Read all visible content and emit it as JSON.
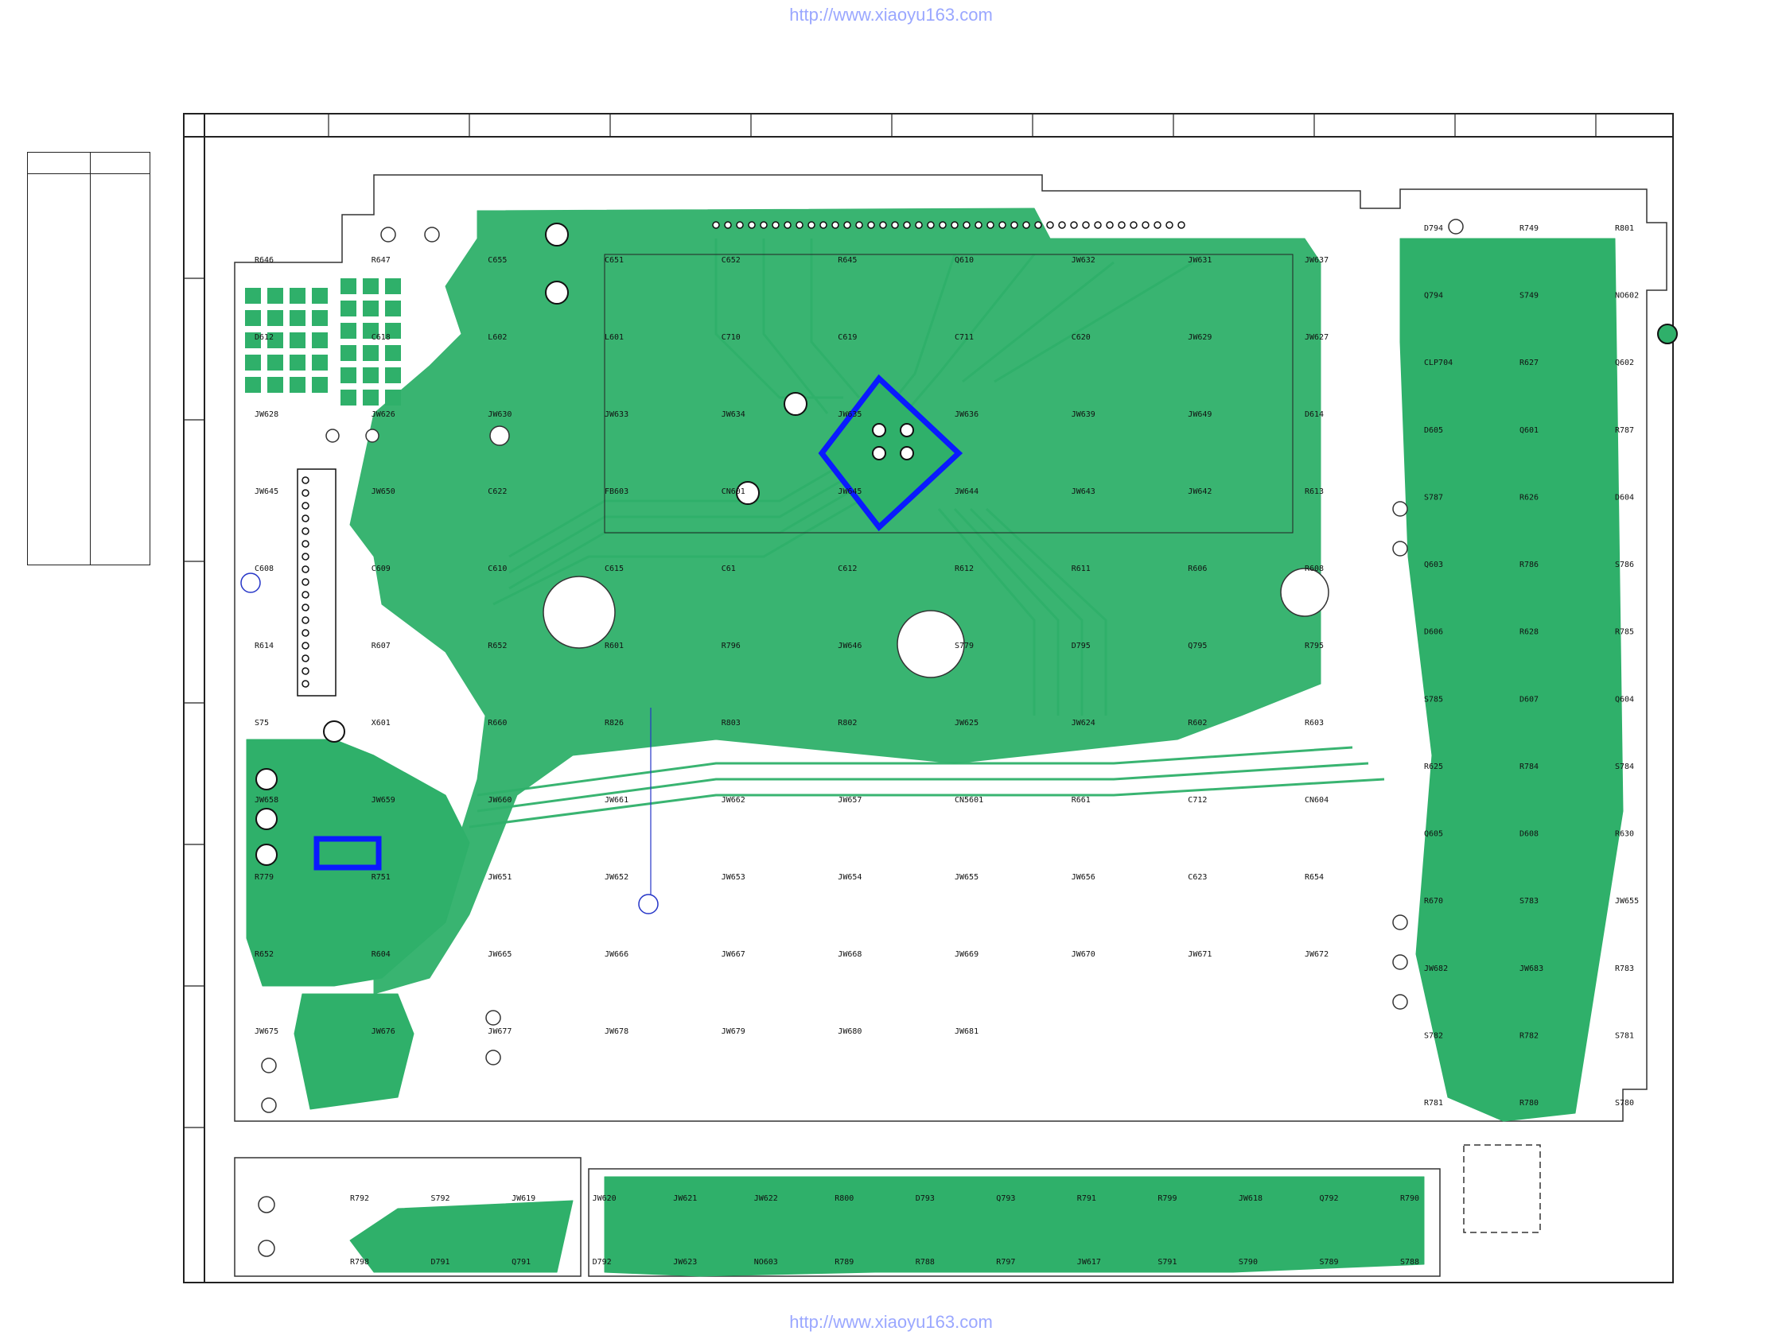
{
  "header": {
    "url": "http://www.xiaoyu163.com"
  },
  "footer": {
    "url": "http://www.xiaoyu163.com"
  },
  "colors": {
    "board": "#2fb06a",
    "silk": "#111111",
    "highlight": "#0a1aff",
    "frame": "#222222",
    "url": "#9aa7ff"
  },
  "labels": {
    "main": [
      "R646",
      "R647",
      "C655",
      "C651",
      "C652",
      "R645",
      "Q610",
      "JW632",
      "JW631",
      "JW637",
      "D612",
      "C618",
      "L602",
      "L601",
      "C710",
      "C619",
      "C711",
      "C620",
      "JW629",
      "JW627",
      "JW628",
      "JW626",
      "JW630",
      "JW633",
      "JW634",
      "JW635",
      "JW636",
      "JW639",
      "JW649",
      "D614",
      "JW645",
      "JW650",
      "C622",
      "FB603",
      "CN601",
      "JW645",
      "JW644",
      "JW643",
      "JW642",
      "R613",
      "C608",
      "C609",
      "C610",
      "C615",
      "C61",
      "C612",
      "R612",
      "R611",
      "R606",
      "R608",
      "R614",
      "R607",
      "R652",
      "R601",
      "R796",
      "JW646",
      "S779",
      "D795",
      "Q795",
      "R795",
      "S75",
      "X601",
      "R660",
      "R826",
      "R803",
      "R802",
      "JW625",
      "JW624",
      "R602",
      "R603",
      "JW658",
      "JW659",
      "JW660",
      "JW661",
      "JW662",
      "JW657",
      "CN5601",
      "R661",
      "C712",
      "CN604",
      "R779",
      "R751",
      "JW651",
      "JW652",
      "JW653",
      "JW654",
      "JW655",
      "JW656",
      "C623",
      "R654",
      "R652",
      "R604",
      "JW665",
      "JW666",
      "JW667",
      "JW668",
      "JW669",
      "JW670",
      "JW671",
      "JW672",
      "JW675",
      "JW676",
      "JW677",
      "JW678",
      "JW679",
      "JW680",
      "JW681"
    ],
    "right": [
      "D794",
      "R749",
      "R801",
      "Q794",
      "S749",
      "NO602",
      "CLP704",
      "R627",
      "Q602",
      "D605",
      "Q601",
      "R787",
      "S787",
      "R626",
      "D604",
      "Q603",
      "R786",
      "S786",
      "D606",
      "R628",
      "R785",
      "S785",
      "D607",
      "Q604",
      "R625",
      "R784",
      "S784",
      "Q605",
      "D608",
      "R630",
      "R670",
      "S783",
      "JW655",
      "JW682",
      "JW683",
      "R783",
      "S782",
      "R782",
      "S781",
      "R781",
      "R780",
      "S780"
    ],
    "bottom": [
      "R792",
      "S792",
      "JW619",
      "JW620",
      "JW621",
      "JW622",
      "R800",
      "D793",
      "Q793",
      "R791",
      "R799",
      "JW618",
      "Q792",
      "R790",
      "R798",
      "D791",
      "Q791",
      "D792",
      "JW623",
      "NO603",
      "R789",
      "R788",
      "R797",
      "JW617",
      "S791",
      "S790",
      "S789",
      "S788"
    ]
  }
}
